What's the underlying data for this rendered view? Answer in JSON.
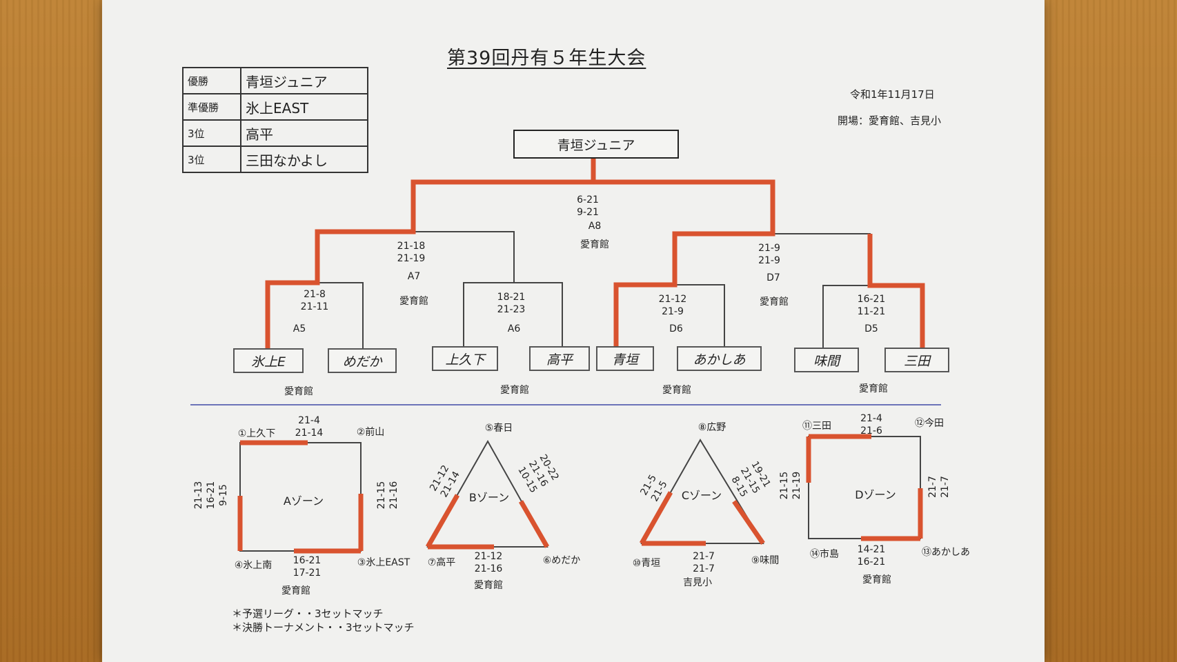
{
  "title": "第39回丹有５年生大会",
  "date": "令和1年11月17日",
  "venue": "開場：愛育館、吉見小",
  "results": [
    {
      "rank": "優勝",
      "team": "青垣ジュニア"
    },
    {
      "rank": "準優勝",
      "team": "氷上EAST"
    },
    {
      "rank": "3位",
      "team": "高平"
    },
    {
      "rank": "3位",
      "team": "三田なかよし"
    }
  ],
  "champion": "青垣ジュニア",
  "teams": [
    "氷上E",
    "めだか",
    "上久下",
    "高平",
    "青垣",
    "あかしあ",
    "味間",
    "三田"
  ],
  "matches": {
    "a5": {
      "s1": "21-8",
      "s2": "21-11",
      "code": "A5"
    },
    "a6": {
      "s1": "18-21",
      "s2": "21-23",
      "code": "A6"
    },
    "d6": {
      "s1": "21-12",
      "s2": "21-9",
      "code": "D6"
    },
    "d5": {
      "s1": "16-21",
      "s2": "11-21",
      "code": "D5"
    },
    "a7": {
      "s1": "21-18",
      "s2": "21-19",
      "code": "A7",
      "venue": "愛育館"
    },
    "d7": {
      "s1": "21-9",
      "s2": "21-9",
      "code": "D7",
      "venue": "愛育館"
    },
    "a8": {
      "s1": "6-21",
      "s2": "9-21",
      "code": "A8",
      "venue": "愛育館"
    }
  },
  "first_round_venues": [
    "愛育館",
    "愛育館",
    "愛育館",
    "愛育館"
  ],
  "zones": {
    "a": {
      "name": "Aゾーン",
      "venue": "愛育館",
      "teams": [
        "①上久下",
        "②前山",
        "③氷上EAST",
        "④氷上南"
      ],
      "top": [
        "21-4",
        "21-14"
      ],
      "right": [
        "21-15",
        "21-16"
      ],
      "bottom": [
        "16-21",
        "17-21"
      ],
      "left": [
        "21-13",
        "16-21",
        "9-15"
      ]
    },
    "b": {
      "name": "Bゾーン",
      "venue": "愛育館",
      "teams": [
        "⑤春日",
        "⑥めだか",
        "⑦高平"
      ],
      "left": [
        "21-12",
        "21-14"
      ],
      "right": [
        "20-22",
        "21-16",
        "10-15"
      ],
      "bottom": [
        "21-12",
        "21-16"
      ]
    },
    "c": {
      "name": "Cゾーン",
      "venue": "吉見小",
      "teams": [
        "⑧広野",
        "⑨味間",
        "⑩青垣"
      ],
      "left": [
        "21-5",
        "21-5"
      ],
      "right": [
        "19-21",
        "21-15",
        "8-15"
      ],
      "bottom": [
        "21-7",
        "21-7"
      ]
    },
    "d": {
      "name": "Dゾーン",
      "venue": "愛育館",
      "teams": [
        "⑪三田",
        "⑫今田",
        "⑬あかしあ",
        "⑭市島"
      ],
      "top": [
        "21-4",
        "21-6"
      ],
      "right": [
        "21-7",
        "21-7"
      ],
      "bottom": [
        "14-21",
        "16-21"
      ],
      "left": [
        "21-15",
        "21-19"
      ]
    }
  },
  "notes": [
    "＊予選リーグ・・3セットマッチ",
    "＊決勝トーナメント・・3セットマッチ"
  ],
  "colors": {
    "winner_line": "#d9532f",
    "line": "#444444",
    "divider": "#6b73b8"
  }
}
